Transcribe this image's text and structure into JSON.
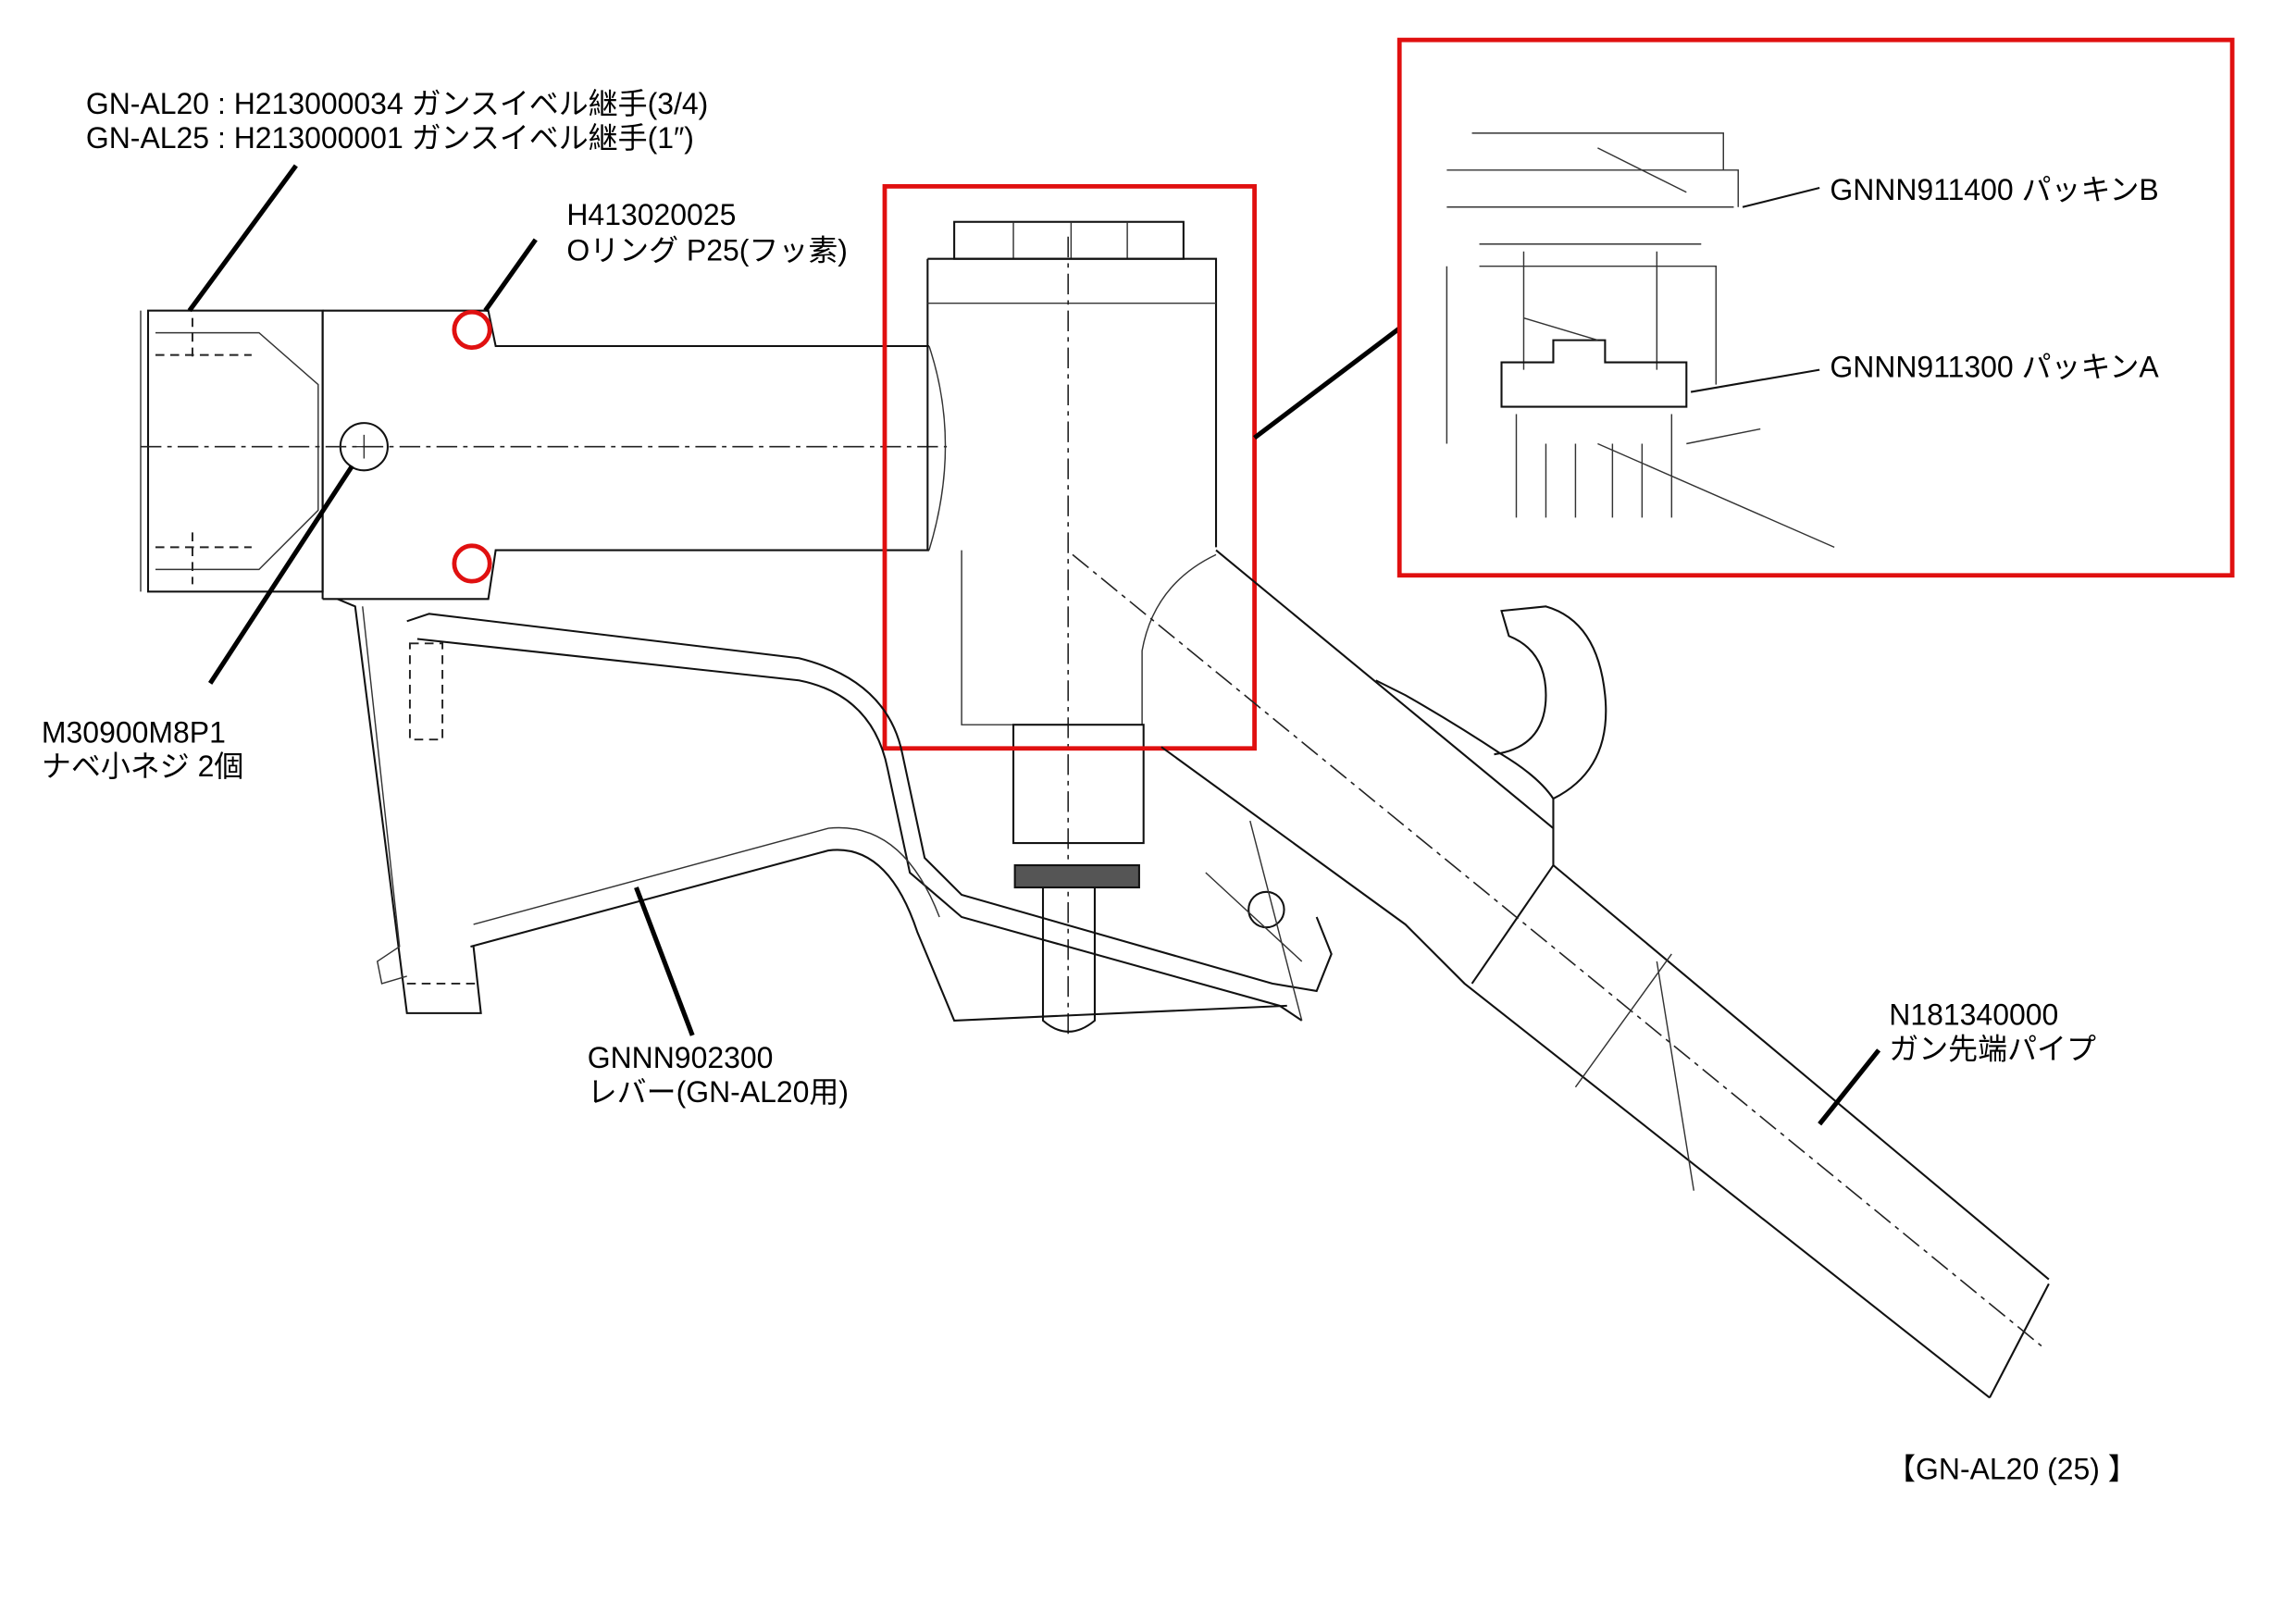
{
  "title_label": "【GN-AL20 (25) 】",
  "callouts": {
    "swivel_joint": {
      "line1": "GN-AL20 : H213000034  ガンスイベル継手(3/4)",
      "line2": "GN-AL25 : H213000001  ガンスイベル継手(1″)"
    },
    "o_ring": {
      "part_no": "H413020025",
      "name": "Oリング  P25(フッ素)"
    },
    "screw": {
      "part_no": "M30900M8P1",
      "name": "ナベ小ネジ  2個"
    },
    "lever": {
      "part_no": "GNNN902300",
      "name": "レバー(GN-AL20用)"
    },
    "nozzle_pipe": {
      "part_no": "N181340000",
      "name": "ガン先端パイプ"
    },
    "packing_b": {
      "label": "GNNN911400  パッキンB"
    },
    "packing_a": {
      "label": "GNNN911300  パッキンA"
    }
  },
  "colors": {
    "highlight": "#e01010",
    "line": "#111111"
  }
}
